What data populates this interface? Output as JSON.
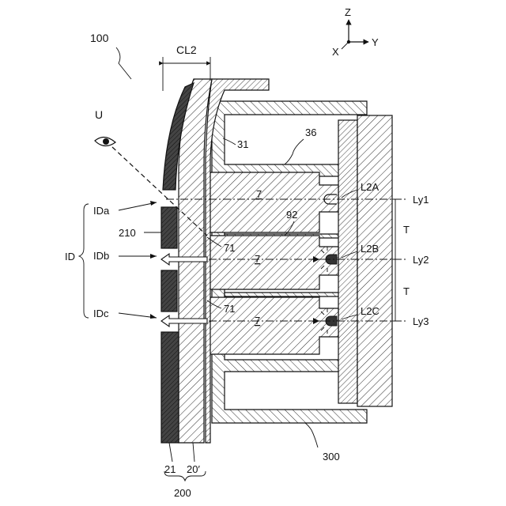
{
  "labels": {
    "ref_100": "100",
    "ref_CL2": "CL2",
    "ref_U": "U",
    "ref_31": "31",
    "ref_36": "36",
    "ref_L2A": "L2A",
    "ref_L2B": "L2B",
    "ref_L2C": "L2C",
    "ref_Ly1": "Ly1",
    "ref_Ly2": "Ly2",
    "ref_Ly3": "Ly3",
    "ref_T1": "T",
    "ref_T2": "T",
    "ref_7a": "7",
    "ref_7b": "7",
    "ref_7c": "7",
    "ref_92": "92",
    "ref_71a": "71",
    "ref_71b": "71",
    "ref_IDa": "IDa",
    "ref_IDb": "IDb",
    "ref_IDc": "IDc",
    "ref_ID": "ID",
    "ref_210": "210",
    "ref_21": "21",
    "ref_20": "20′",
    "ref_200": "200",
    "ref_300": "300"
  },
  "axes": {
    "z": "Z",
    "y": "Y",
    "x": "X"
  },
  "colors": {
    "ink": "#111111",
    "dark_fill": "#3a3a3a",
    "paper": "#ffffff"
  }
}
